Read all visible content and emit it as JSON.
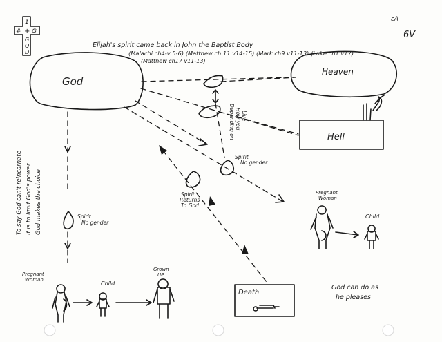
{
  "page_number": "6V",
  "corner_mark": "ɛA",
  "cross_letters": {
    "top": "1",
    "left": "#",
    "center": "+",
    "right": "G",
    "bottom1": "G",
    "bottom2": "O",
    "bottom3": "D"
  },
  "header": {
    "line1": "Elijah's spirit came back in John the Baptist Body",
    "line2": "(Malachi ch4-v 5-6) (Matthew ch 11 v14-15) (Mark ch9 v11-13) (Luke ch1 v17)",
    "line3": "(Matthew ch17 v11-13)"
  },
  "nodes": {
    "god": "God",
    "heaven": "Heaven",
    "hell": "Hell",
    "spirit_left": "Spirit\nNo gender",
    "spirit_mid": "Spirit\nNo gender",
    "spirit_returns": "Spirit\nReturns\nTo God",
    "depending": "Depending on\nHow you\nLive",
    "pregnant_left": "Pregnant\nWoman",
    "child_left": "Child",
    "grown_up": "Grown\nUP",
    "death": "Death",
    "pregnant_right": "Pregnant\nWoman",
    "child_right": "Child"
  },
  "side_note": [
    "To say God can't reincarnate",
    "it is to limit God's power",
    "God makes the choice"
  ],
  "footer_note": "God can do as\nhe pleases"
}
